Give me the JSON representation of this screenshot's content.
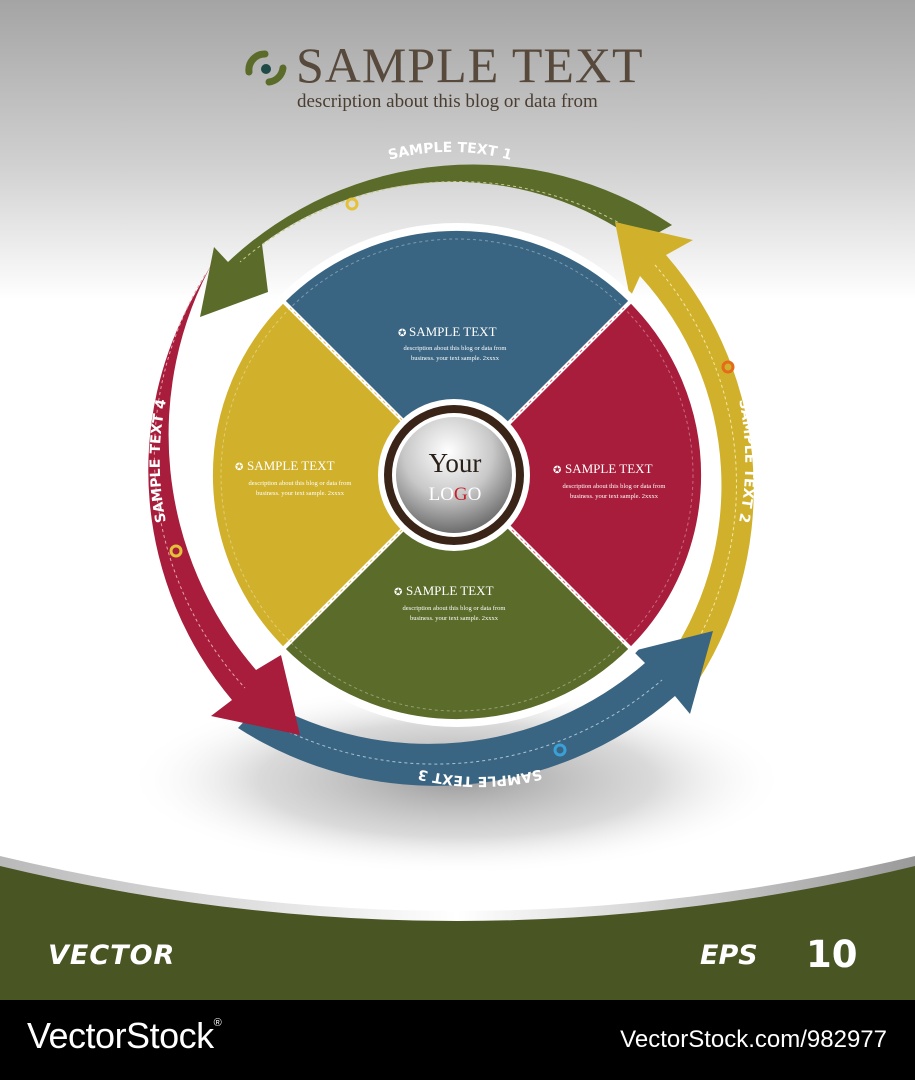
{
  "header": {
    "title": "SAMPLE  TEXT",
    "subtitle": "description about this blog or data from"
  },
  "ring": {
    "arrow1": "SAMPLE TEXT 1",
    "arrow2": "SAMPLE TEXT 2",
    "arrow3": "SAMPLE TEXT 3",
    "arrow4": "SAMPLE TEXT 4"
  },
  "segments": {
    "top": {
      "title": "SAMPLE  TEXT",
      "desc1": "description about this blog or data from",
      "desc2": "business.  your text sample. 2xxxx"
    },
    "right": {
      "title": "SAMPLE  TEXT",
      "desc1": "description about this blog or data from",
      "desc2": "business.  your text sample. 2xxxx"
    },
    "bottom": {
      "title": "SAMPLE  TEXT",
      "desc1": "description about this blog or data from",
      "desc2": "business.  your text sample. 2xxxx"
    },
    "left": {
      "title": "SAMPLE  TEXT",
      "desc1": "description about this blog or data from",
      "desc2": "business.  your text sample. 2xxxx"
    }
  },
  "center_logo": {
    "line1": "Your",
    "line2_a": "LO",
    "line2_b": "G",
    "line2_c": "O"
  },
  "footer": {
    "left": "VECTOR",
    "right_a": "EPS",
    "right_b": "10"
  },
  "watermark": {
    "brand": "VectorStock",
    "reg": "®",
    "url": "VectorStock.com/982977"
  },
  "colors": {
    "olive": "#5a6b2a",
    "yellow": "#d1b12c",
    "blue": "#3a6582",
    "red": "#a81d3b",
    "title_brown": "#574a3c",
    "footer_green": "#4a5524"
  }
}
